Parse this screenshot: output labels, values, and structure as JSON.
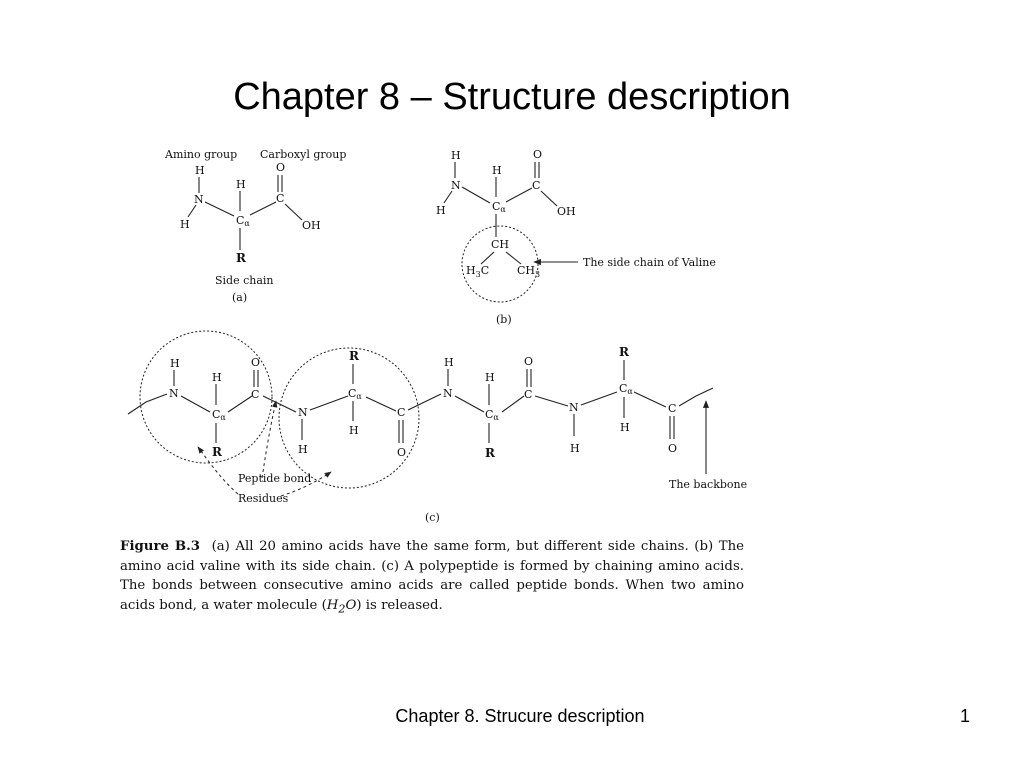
{
  "slide": {
    "title": "Chapter 8 – Structure description",
    "footer": "Chapter 8. Strucure description",
    "page_number": "1"
  },
  "figure": {
    "panel_a": {
      "amino_group": "Amino group",
      "carboxyl_group": "Carboxyl group",
      "side_chain": "Side chain",
      "label": "(a)",
      "atoms": {
        "h": "H",
        "n": "N",
        "c": "C",
        "c_alpha": "C",
        "alpha": "α",
        "o": "O",
        "oh": "OH",
        "r": "R"
      }
    },
    "panel_b": {
      "side_chain_label": "The side chain of Valine",
      "label": "(b)",
      "atoms": {
        "h": "H",
        "n": "N",
        "c": "C",
        "c_alpha": "C",
        "alpha": "α",
        "o": "O",
        "oh": "OH",
        "ch": "CH",
        "h3c": "H",
        "ch3": "CH",
        "sub3": "3",
        "c_of_h3c": "C"
      }
    },
    "panel_c": {
      "peptide_bond": "Peptide bond",
      "residues": "Residues",
      "backbone": "The backbone",
      "label": "(c)",
      "atoms": {
        "h": "H",
        "n": "N",
        "c": "C",
        "c_alpha": "C",
        "alpha": "α",
        "o": "O",
        "r": "R"
      }
    }
  },
  "caption": {
    "figure_label": "Figure B.3",
    "text_before_formula": "(a) All 20 amino acids have the same form, but different side chains. (b) The amino acid valine with its side chain. (c) A polypeptide is formed by chaining amino acids. The bonds between consecutive amino acids are called peptide bonds. When two amino acids bond, a water molecule (",
    "formula_h": "H",
    "formula_sub": "2",
    "formula_o": "O",
    "text_after_formula": ") is released."
  }
}
